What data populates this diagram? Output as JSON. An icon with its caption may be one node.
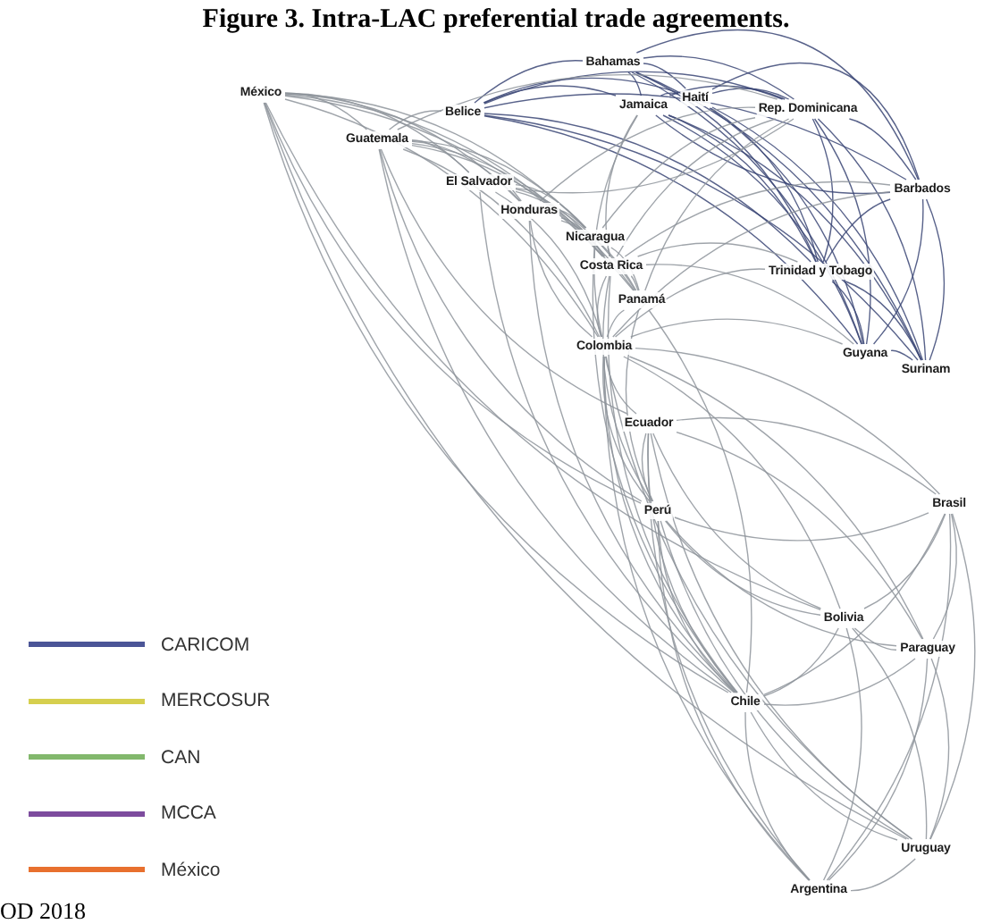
{
  "diagram": {
    "title": "Figure 3. Intra-LAC preferential trade agreements.",
    "nodes": [
      {
        "text": [
          "Bahamas"
        ]
      },
      {
        "text": [
          "México"
        ]
      },
      {
        "text": [
          "Haití"
        ]
      },
      {
        "text": [
          "Jamaica"
        ]
      },
      {
        "text": [
          "Rep. Dominicana"
        ]
      },
      {
        "text": [
          "Belice"
        ]
      },
      {
        "text": [
          "Guatemala"
        ]
      },
      {
        "text": [
          "El Salvador"
        ]
      },
      {
        "text": [
          "Barbados"
        ]
      },
      {
        "text": [
          "Honduras"
        ]
      },
      {
        "text": [
          "Nicaragua"
        ]
      },
      {
        "text": [
          "Costa Rica"
        ]
      },
      {
        "text": [
          "Trinidad y Tobago"
        ]
      },
      {
        "text": [
          "Panamá"
        ]
      },
      {
        "text": [
          "Colombia"
        ]
      },
      {
        "text": [
          "Guyana"
        ]
      },
      {
        "text": [
          "Surinam"
        ]
      },
      {
        "text": [
          "Ecuador"
        ]
      },
      {
        "text": [
          "Brasil"
        ]
      },
      {
        "text": [
          "Perú"
        ]
      },
      {
        "text": [
          "Bolivia"
        ]
      },
      {
        "text": [
          "Paraguay"
        ]
      },
      {
        "text": [
          "Chile"
        ]
      },
      {
        "text": [
          "Uruguay"
        ]
      },
      {
        "text": [
          "Argentina"
        ]
      }
    ],
    "edges": [
      {
        "from": 0,
        "to": 2,
        "arrow": "none",
        "color": "#3b4775"
      },
      {
        "from": 0,
        "to": 3,
        "arrow": "none",
        "color": "#3b4775"
      },
      {
        "from": 0,
        "to": 5,
        "arrow": "none",
        "color": "#3b4775"
      },
      {
        "from": 0,
        "to": 8,
        "arrow": "none",
        "color": "#3b4775"
      },
      {
        "from": 0,
        "to": 12,
        "arrow": "none",
        "color": "#3b4775"
      },
      {
        "from": 0,
        "to": 15,
        "arrow": "none",
        "color": "#3b4775"
      },
      {
        "from": 0,
        "to": 16,
        "arrow": "none",
        "color": "#3b4775"
      },
      {
        "from": 2,
        "to": 3,
        "arrow": "none",
        "color": "#3b4775"
      },
      {
        "from": 2,
        "to": 5,
        "arrow": "none",
        "color": "#3b4775"
      },
      {
        "from": 2,
        "to": 8,
        "arrow": "none",
        "color": "#3b4775"
      },
      {
        "from": 2,
        "to": 12,
        "arrow": "none",
        "color": "#3b4775"
      },
      {
        "from": 2,
        "to": 15,
        "arrow": "none",
        "color": "#3b4775"
      },
      {
        "from": 2,
        "to": 16,
        "arrow": "none",
        "color": "#3b4775"
      },
      {
        "from": 3,
        "to": 5,
        "arrow": "none",
        "color": "#3b4775"
      },
      {
        "from": 3,
        "to": 8,
        "arrow": "none",
        "color": "#3b4775"
      },
      {
        "from": 3,
        "to": 12,
        "arrow": "none",
        "color": "#3b4775"
      },
      {
        "from": 3,
        "to": 15,
        "arrow": "none",
        "color": "#3b4775"
      },
      {
        "from": 3,
        "to": 16,
        "arrow": "none",
        "color": "#3b4775"
      },
      {
        "from": 5,
        "to": 8,
        "arrow": "none",
        "color": "#3b4775"
      },
      {
        "from": 5,
        "to": 12,
        "arrow": "none",
        "color": "#3b4775"
      },
      {
        "from": 5,
        "to": 15,
        "arrow": "none",
        "color": "#3b4775"
      },
      {
        "from": 5,
        "to": 16,
        "arrow": "none",
        "color": "#3b4775"
      },
      {
        "from": 8,
        "to": 12,
        "arrow": "none",
        "color": "#3b4775"
      },
      {
        "from": 8,
        "to": 15,
        "arrow": "none",
        "color": "#3b4775"
      },
      {
        "from": 8,
        "to": 16,
        "arrow": "none",
        "color": "#3b4775"
      },
      {
        "from": 12,
        "to": 15,
        "arrow": "none",
        "color": "#3b4775"
      },
      {
        "from": 12,
        "to": 16,
        "arrow": "none",
        "color": "#3b4775"
      },
      {
        "from": 15,
        "to": 16,
        "arrow": "none",
        "color": "#3b4775"
      },
      {
        "from": 4,
        "to": 0,
        "arrow": "none",
        "color": "#3b4775"
      },
      {
        "from": 4,
        "to": 2,
        "arrow": "none",
        "color": "#3b4775"
      },
      {
        "from": 4,
        "to": 3,
        "arrow": "none",
        "color": "#3b4775"
      },
      {
        "from": 4,
        "to": 5,
        "arrow": "none",
        "color": "#3b4775"
      },
      {
        "from": 4,
        "to": 8,
        "arrow": "none",
        "color": "#3b4775"
      },
      {
        "from": 4,
        "to": 12,
        "arrow": "none",
        "color": "#3b4775"
      },
      {
        "from": 4,
        "to": 15,
        "arrow": "none",
        "color": "#3b4775"
      },
      {
        "from": 4,
        "to": 16,
        "arrow": "none",
        "color": "#3b4775"
      },
      {
        "from": 6,
        "to": 7,
        "arrow": "none"
      },
      {
        "from": 6,
        "to": 9,
        "arrow": "none"
      },
      {
        "from": 6,
        "to": 10,
        "arrow": "none"
      },
      {
        "from": 6,
        "to": 11,
        "arrow": "none"
      },
      {
        "from": 6,
        "to": 13,
        "arrow": "none"
      },
      {
        "from": 7,
        "to": 9,
        "arrow": "none"
      },
      {
        "from": 7,
        "to": 10,
        "arrow": "none"
      },
      {
        "from": 7,
        "to": 11,
        "arrow": "none"
      },
      {
        "from": 7,
        "to": 13,
        "arrow": "none"
      },
      {
        "from": 9,
        "to": 10,
        "arrow": "none"
      },
      {
        "from": 9,
        "to": 11,
        "arrow": "none"
      },
      {
        "from": 9,
        "to": 13,
        "arrow": "none"
      },
      {
        "from": 10,
        "to": 11,
        "arrow": "none"
      },
      {
        "from": 10,
        "to": 13,
        "arrow": "none"
      },
      {
        "from": 11,
        "to": 13,
        "arrow": "none"
      },
      {
        "from": 14,
        "to": 17,
        "arrow": "none"
      },
      {
        "from": 14,
        "to": 19,
        "arrow": "none"
      },
      {
        "from": 14,
        "to": 20,
        "arrow": "none"
      },
      {
        "from": 17,
        "to": 19,
        "arrow": "none"
      },
      {
        "from": 17,
        "to": 20,
        "arrow": "none"
      },
      {
        "from": 19,
        "to": 20,
        "arrow": "none"
      },
      {
        "from": 18,
        "to": 21,
        "arrow": "none"
      },
      {
        "from": 18,
        "to": 23,
        "arrow": "none"
      },
      {
        "from": 18,
        "to": 24,
        "arrow": "none"
      },
      {
        "from": 21,
        "to": 23,
        "arrow": "none"
      },
      {
        "from": 21,
        "to": 24,
        "arrow": "none"
      },
      {
        "from": 23,
        "to": 24,
        "arrow": "none"
      },
      {
        "from": 1,
        "to": 6,
        "arrow": "none"
      },
      {
        "from": 1,
        "to": 7,
        "arrow": "none"
      },
      {
        "from": 1,
        "to": 9,
        "arrow": "none"
      },
      {
        "from": 1,
        "to": 10,
        "arrow": "none"
      },
      {
        "from": 1,
        "to": 11,
        "arrow": "none"
      },
      {
        "from": 1,
        "to": 13,
        "arrow": "none"
      },
      {
        "from": 1,
        "to": 14,
        "arrow": "none"
      },
      {
        "from": 1,
        "to": 19,
        "arrow": "none"
      },
      {
        "from": 1,
        "to": 22,
        "arrow": "none"
      },
      {
        "from": 1,
        "to": 23,
        "arrow": "none"
      },
      {
        "from": 1,
        "to": 20,
        "arrow": "none"
      },
      {
        "from": 4,
        "to": 6,
        "arrow": "none"
      },
      {
        "from": 4,
        "to": 7,
        "arrow": "none"
      },
      {
        "from": 4,
        "to": 9,
        "arrow": "none"
      },
      {
        "from": 4,
        "to": 10,
        "arrow": "none"
      },
      {
        "from": 4,
        "to": 11,
        "arrow": "none"
      },
      {
        "from": 4,
        "to": 13,
        "arrow": "none"
      },
      {
        "from": 22,
        "to": 14,
        "arrow": "none"
      },
      {
        "from": 22,
        "to": 17,
        "arrow": "none"
      },
      {
        "from": 22,
        "to": 19,
        "arrow": "none"
      },
      {
        "from": 22,
        "to": 20,
        "arrow": "none"
      },
      {
        "from": 22,
        "to": 18,
        "arrow": "none"
      },
      {
        "from": 22,
        "to": 21,
        "arrow": "none"
      },
      {
        "from": 22,
        "to": 23,
        "arrow": "none"
      },
      {
        "from": 22,
        "to": 24,
        "arrow": "none"
      },
      {
        "from": 22,
        "to": 6,
        "arrow": "none"
      },
      {
        "from": 22,
        "to": 7,
        "arrow": "none"
      },
      {
        "from": 22,
        "to": 9,
        "arrow": "none"
      },
      {
        "from": 22,
        "to": 10,
        "arrow": "none"
      },
      {
        "from": 22,
        "to": 11,
        "arrow": "none"
      },
      {
        "from": 22,
        "to": 13,
        "arrow": "none"
      },
      {
        "from": 14,
        "to": 12,
        "arrow": "none"
      },
      {
        "from": 14,
        "to": 3,
        "arrow": "none"
      },
      {
        "from": 14,
        "to": 8,
        "arrow": "none"
      },
      {
        "from": 14,
        "to": 15,
        "arrow": "none"
      },
      {
        "from": 14,
        "to": 6,
        "arrow": "none"
      },
      {
        "from": 14,
        "to": 7,
        "arrow": "none"
      },
      {
        "from": 14,
        "to": 9,
        "arrow": "none"
      },
      {
        "from": 14,
        "to": 11,
        "arrow": "none"
      },
      {
        "from": 14,
        "to": 13,
        "arrow": "none"
      },
      {
        "from": 14,
        "to": 18,
        "arrow": "none"
      },
      {
        "from": 14,
        "to": 24,
        "arrow": "none"
      },
      {
        "from": 14,
        "to": 21,
        "arrow": "none"
      },
      {
        "from": 14,
        "to": 23,
        "arrow": "none"
      },
      {
        "from": 11,
        "to": 12,
        "arrow": "none"
      },
      {
        "from": 11,
        "to": 3,
        "arrow": "none"
      },
      {
        "from": 11,
        "to": 8,
        "arrow": "none"
      },
      {
        "from": 11,
        "to": 15,
        "arrow": "none"
      },
      {
        "from": 19,
        "to": 13,
        "arrow": "none"
      },
      {
        "from": 19,
        "to": 11,
        "arrow": "none"
      },
      {
        "from": 19,
        "to": 18,
        "arrow": "none"
      },
      {
        "from": 19,
        "to": 24,
        "arrow": "none"
      },
      {
        "from": 19,
        "to": 21,
        "arrow": "none"
      },
      {
        "from": 19,
        "to": 23,
        "arrow": "none"
      },
      {
        "from": 19,
        "to": 6,
        "arrow": "none"
      },
      {
        "from": 20,
        "to": 18,
        "arrow": "none"
      },
      {
        "from": 20,
        "to": 24,
        "arrow": "none"
      },
      {
        "from": 20,
        "to": 21,
        "arrow": "none"
      },
      {
        "from": 20,
        "to": 23,
        "arrow": "none"
      },
      {
        "from": 17,
        "to": 18,
        "arrow": "none"
      },
      {
        "from": 17,
        "to": 24,
        "arrow": "none"
      },
      {
        "from": 17,
        "to": 21,
        "arrow": "none"
      },
      {
        "from": 17,
        "to": 23,
        "arrow": "none"
      },
      {
        "from": 17,
        "to": 6,
        "arrow": "none"
      },
      {
        "from": 5,
        "to": 6,
        "arrow": "none"
      }
    ],
    "labels": [
      "OD 2018"
    ],
    "legend": [
      {
        "text": "CARICOM",
        "color": "#4b5597"
      },
      {
        "text": "MERCOSUR",
        "color": "#d6cf4e"
      },
      {
        "text": "CAN",
        "color": "#82b86c"
      },
      {
        "text": "MCCA",
        "color": "#7d4c9e"
      },
      {
        "text": "México",
        "color": "#e8702e"
      }
    ]
  }
}
